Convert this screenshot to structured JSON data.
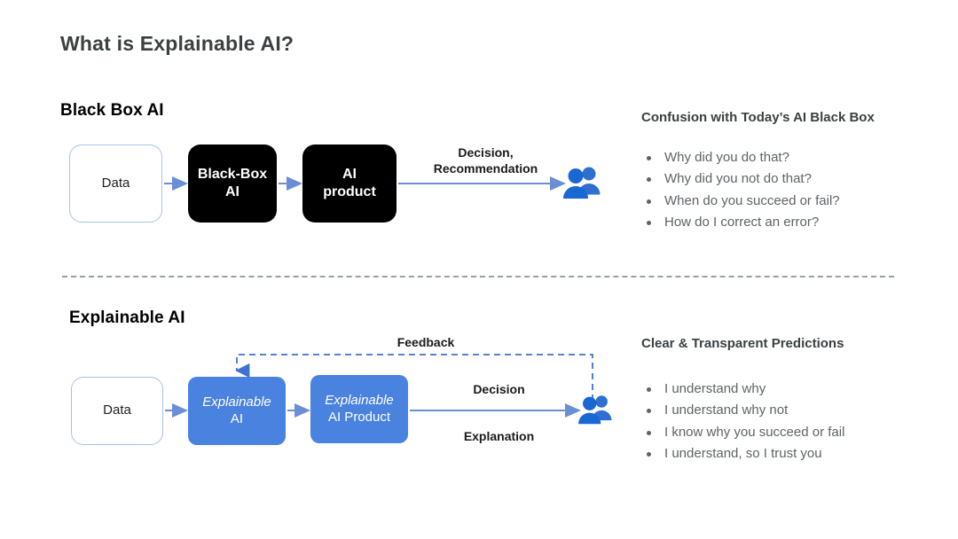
{
  "title": "What is Explainable AI?",
  "colors": {
    "accent_blue": "#4a82e0",
    "arrow_blue": "#6b8fd4",
    "black_box": "#000000",
    "data_border": "#a8c2ea",
    "body_text": "#5f6368",
    "divider": "#9aa0a6"
  },
  "black_box_section": {
    "heading": "Black Box AI",
    "nodes": {
      "data": "Data",
      "model_line1": "Black-Box",
      "model_line2": "AI",
      "product_line1": "AI",
      "product_line2": "product"
    },
    "edge_labels": {
      "output_line1": "Decision,",
      "output_line2": "Recommendation"
    },
    "people_icon": "people-icon",
    "panel": {
      "title": "Confusion with Today’s AI Black Box",
      "items": [
        "Why did you do that?",
        "Why did you not do that?",
        "When do you succeed or fail?",
        "How do I correct an error?"
      ]
    }
  },
  "explainable_section": {
    "heading": "Explainable AI",
    "nodes": {
      "data": "Data",
      "model_line1": "Explainable",
      "model_line2": "AI",
      "product_line1": "Explainable",
      "product_line2": "AI Product"
    },
    "edge_labels": {
      "feedback": "Feedback",
      "decision": "Decision",
      "explanation": "Explanation"
    },
    "people_icon": "people-icon",
    "panel": {
      "title": "Clear & Transparent Predictions",
      "items": [
        "I understand why",
        "I understand why not",
        "I know why you succeed or fail",
        "I understand, so I trust you"
      ]
    }
  }
}
